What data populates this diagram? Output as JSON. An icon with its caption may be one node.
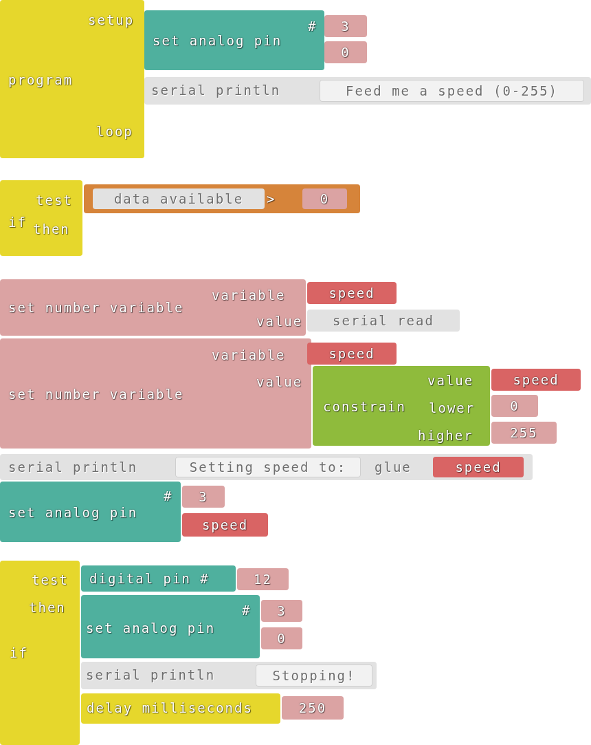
{
  "diagram": {
    "nodes": [
      {
        "text": [
          "program",
          "setup",
          "loop"
        ]
      },
      {
        "text": [
          "set analog pin",
          "#"
        ]
      },
      {
        "text": [
          "3"
        ]
      },
      {
        "text": [
          "0"
        ]
      },
      {
        "text": [
          "serial println"
        ]
      },
      {
        "text": [
          "Feed me a speed (0-255)"
        ],
        "in": 4
      },
      {
        "text": [
          "if",
          "test",
          "then"
        ]
      },
      {
        "text": [
          ">"
        ]
      },
      {
        "text": [
          "data available"
        ],
        "in": 7
      },
      {
        "text": [
          "0"
        ],
        "in": 7
      },
      {
        "text": [
          "set number variable",
          "variable",
          "value"
        ]
      },
      {
        "text": [
          "speed"
        ]
      },
      {
        "text": [
          "serial read"
        ]
      },
      {
        "text": [
          "set number variable",
          "variable",
          "value"
        ]
      },
      {
        "text": [
          "speed"
        ]
      },
      {
        "text": [
          "constrain",
          "value",
          "lower",
          "higher"
        ]
      },
      {
        "text": [
          "speed"
        ]
      },
      {
        "text": [
          "0"
        ]
      },
      {
        "text": [
          "255"
        ]
      },
      {
        "text": [
          "serial println"
        ]
      },
      {
        "text": [
          "Setting speed to:"
        ],
        "in": 19
      },
      {
        "text": [
          "glue"
        ],
        "in": 19
      },
      {
        "text": [
          "speed"
        ],
        "in": 21
      },
      {
        "text": [
          "set analog pin",
          "#"
        ]
      },
      {
        "text": [
          "3"
        ]
      },
      {
        "text": [
          "speed"
        ]
      },
      {
        "text": [
          "if",
          "test",
          "then"
        ]
      },
      {
        "text": [
          "digital pin #"
        ]
      },
      {
        "text": [
          "12"
        ]
      },
      {
        "text": [
          "set analog pin",
          "#"
        ]
      },
      {
        "text": [
          "3"
        ]
      },
      {
        "text": [
          "0"
        ]
      },
      {
        "text": [
          "serial println"
        ]
      },
      {
        "text": [
          "Stopping!"
        ],
        "in": 32
      },
      {
        "text": [
          "delay milliseconds"
        ]
      },
      {
        "text": [
          "250"
        ]
      }
    ]
  }
}
